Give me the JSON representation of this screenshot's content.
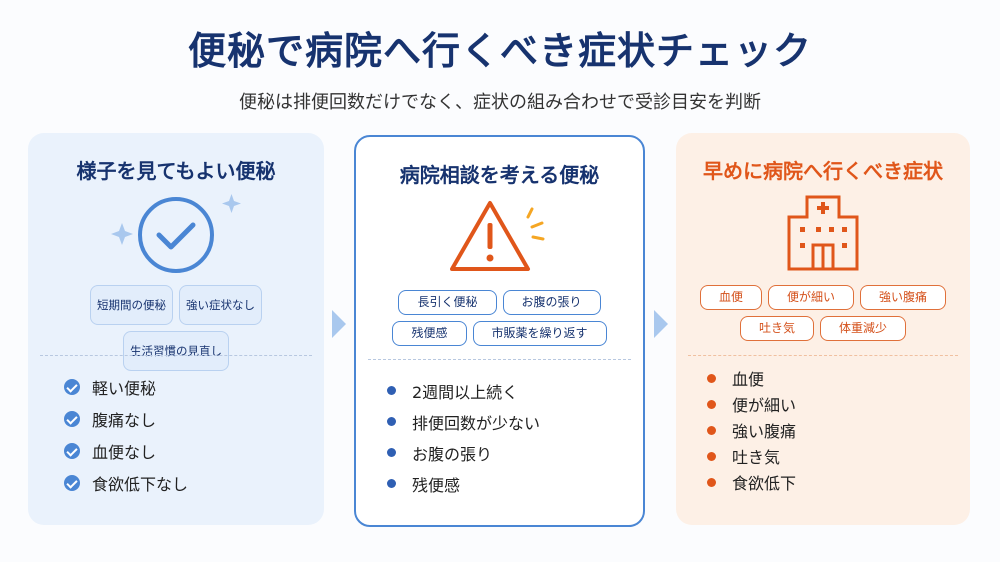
{
  "title": "便秘で病院へ行くべき症状チェック",
  "subtitle": "便秘は排便回数だけでなく、症状の組み合わせで受診目安を判断",
  "panels": [
    {
      "title": "様子を見てもよい便秘",
      "icon": "check-circle-icon",
      "chips": [
        "短期間の便秘",
        "強い症状なし",
        "生活習慣の見直し"
      ],
      "items": [
        "軽い便秘",
        "腹痛なし",
        "血便なし",
        "食欲低下なし"
      ]
    },
    {
      "title": "病院相談を考える便秘",
      "icon": "warning-triangle-icon",
      "chips": [
        "長引く便秘",
        "お腹の張り",
        "残便感",
        "市販薬を繰り返す"
      ],
      "items": [
        "2週間以上続く",
        "排便回数が少ない",
        "お腹の張り",
        "残便感"
      ]
    },
    {
      "title": "早めに病院へ行くべき症状",
      "icon": "hospital-icon",
      "chips": [
        "血便",
        "便が細い",
        "強い腹痛",
        "吐き気",
        "体重減少"
      ],
      "items": [
        "血便",
        "便が細い",
        "強い腹痛",
        "吐き気",
        "食欲低下"
      ]
    }
  ],
  "colors": {
    "navy": "#17336f",
    "blue": "#4a86d4",
    "orange": "#e0561a"
  }
}
